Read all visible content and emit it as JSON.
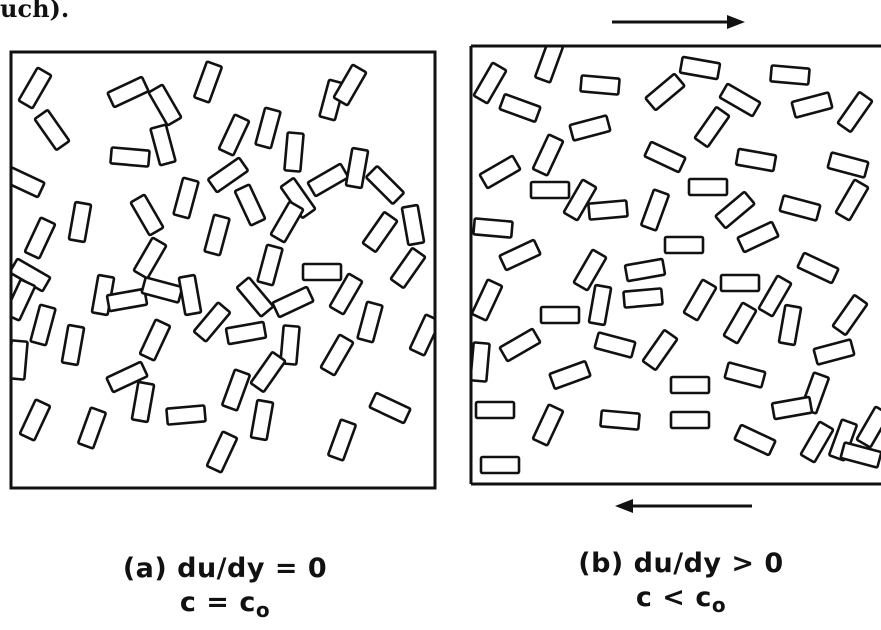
{
  "top_fragment": "uch).",
  "panel_a": {
    "caption_line1": "(a) du/dy = 0",
    "caption_line2_lhs": "c = c",
    "caption_line2_sub": "o"
  },
  "panel_b": {
    "caption_line1": "(b) du/dy > 0",
    "caption_line2_lhs": "c  <  c",
    "caption_line2_sub": "o"
  },
  "colors": {
    "stroke": "#111111",
    "fill": "#ffffff"
  }
}
